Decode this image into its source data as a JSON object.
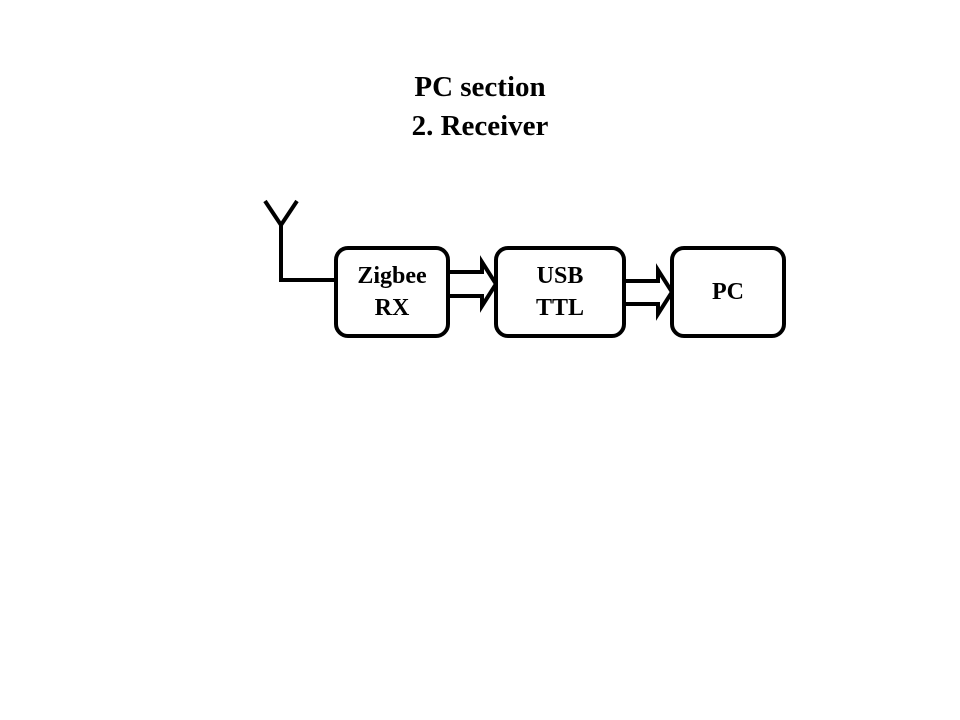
{
  "title": {
    "line1": "PC section",
    "line2": "2. Receiver"
  },
  "blocks": [
    {
      "id": "zigbee-rx",
      "lines": [
        "Zigbee",
        "RX"
      ]
    },
    {
      "id": "usb-ttl",
      "lines": [
        "USB",
        "TTL"
      ]
    },
    {
      "id": "pc",
      "lines": [
        "PC"
      ]
    }
  ],
  "connections": [
    {
      "from": "antenna",
      "to": "zigbee-rx",
      "type": "line"
    },
    {
      "from": "zigbee-rx",
      "to": "usb-ttl",
      "type": "double-arrow"
    },
    {
      "from": "usb-ttl",
      "to": "pc",
      "type": "double-arrow"
    }
  ],
  "colors": {
    "stroke": "#000000",
    "background": "#ffffff"
  }
}
